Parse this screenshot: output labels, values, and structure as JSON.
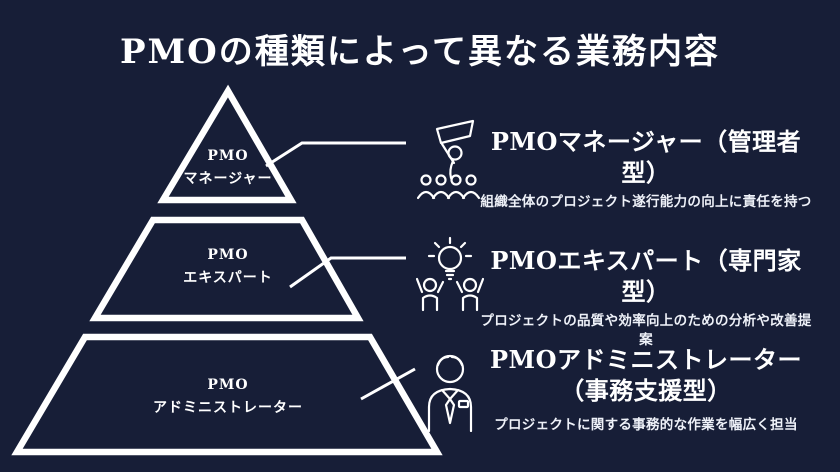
{
  "title": "PMOの種類によって異なる業務内容",
  "colors": {
    "background": "#171e37",
    "foreground": "#ffffff"
  },
  "pyramid": {
    "levels": [
      {
        "line1": "PMO",
        "line2": "マネージャー"
      },
      {
        "line1": "PMO",
        "line2": "エキスパート"
      },
      {
        "line1": "PMO",
        "line2": "アドミニストレーター"
      }
    ]
  },
  "details": [
    {
      "icon": "leader-flag-team-icon",
      "heading_line1": "PMOマネージャー（管理者型）",
      "heading_line2": "",
      "description": "組織全体のプロジェクト遂行能力の向上に責任を持つ"
    },
    {
      "icon": "lightbulb-idea-people-icon",
      "heading_line1": "PMOエキスパート（専門家型）",
      "heading_line2": "",
      "description": "プロジェクトの品質や効率向上のための分析や改善提案"
    },
    {
      "icon": "business-person-icon",
      "heading_line1": "PMOアドミニストレーター",
      "heading_line2": "（事務支援型）",
      "description": "プロジェクトに関する事務的な作業を幅広く担当"
    }
  ]
}
